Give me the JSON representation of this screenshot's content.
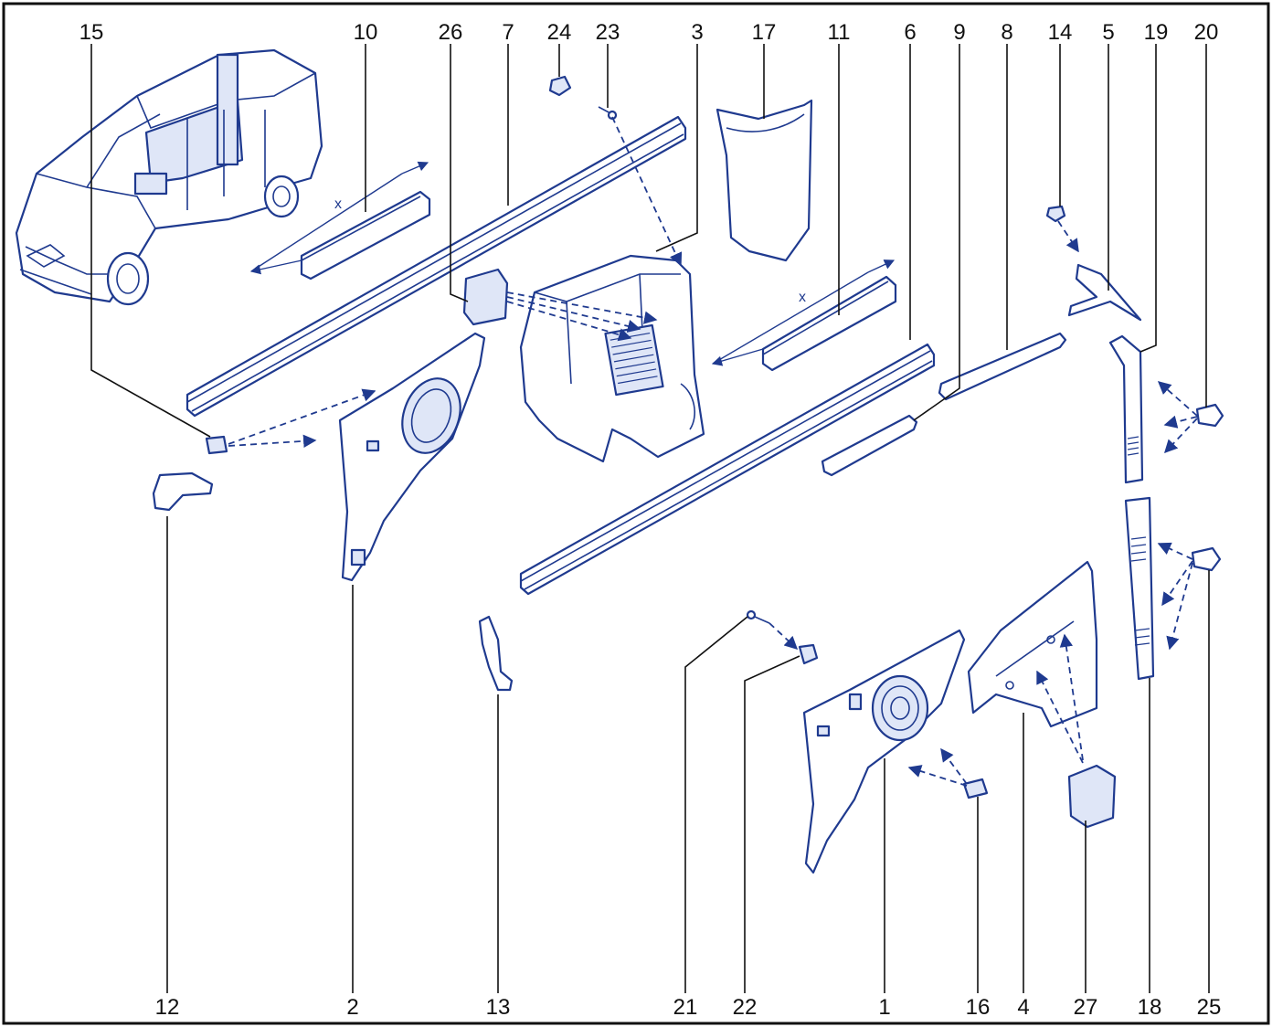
{
  "diagram": {
    "top_callouts": [
      "15",
      "10",
      "26",
      "7",
      "24",
      "23",
      "3",
      "17",
      "11",
      "6",
      "9",
      "8",
      "14",
      "5",
      "19",
      "20"
    ],
    "bottom_callouts": [
      "12",
      "2",
      "13",
      "21",
      "22",
      "1",
      "16",
      "4",
      "27",
      "18",
      "25"
    ],
    "dimension_labels": {
      "part_10": "x",
      "part_11": "x"
    },
    "line_color": "#1f3a8f",
    "frame_color": "#111111"
  }
}
